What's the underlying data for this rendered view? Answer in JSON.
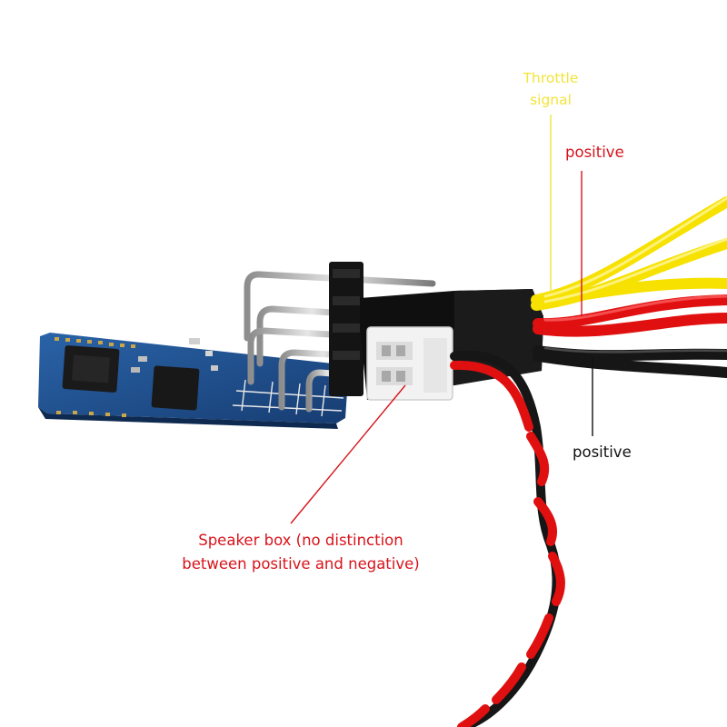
{
  "labels": {
    "throttle_line1": "Throttle",
    "throttle_line2": "signal",
    "positive_red": "positive",
    "positive_black": "positive",
    "speaker_line1": "Speaker box (no distinction",
    "speaker_line2": "between positive and negative)"
  },
  "colors": {
    "throttle_label": "#f2e43a",
    "red_label": "#d8141c",
    "black_label": "#111111",
    "pcb_blue": "#1d4f8f",
    "wire_yellow": "#f6e100",
    "wire_red": "#e01010",
    "wire_black": "#161616"
  }
}
